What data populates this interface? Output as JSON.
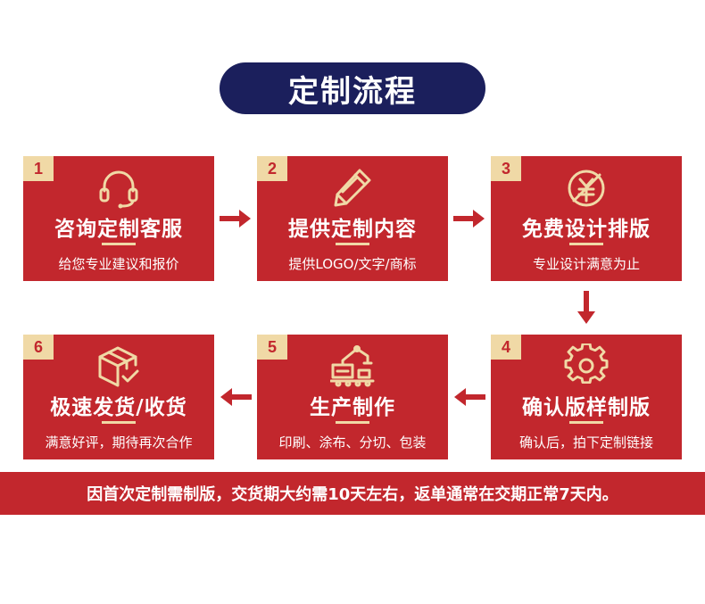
{
  "title": "定制流程",
  "steps": [
    {
      "number": "1",
      "title": "咨询定制客服",
      "subtitle": "给您专业建议和报价",
      "icon": "headset-icon"
    },
    {
      "number": "2",
      "title": "提供定制内容",
      "subtitle": "提供LOGO/文字/商标",
      "icon": "pencil-icon"
    },
    {
      "number": "3",
      "title": "免费设计排版",
      "subtitle": "专业设计满意为止",
      "icon": "no-charge-icon"
    },
    {
      "number": "4",
      "title": "确认版样制版",
      "subtitle": "确认后，拍下定制链接",
      "icon": "gear-icon"
    },
    {
      "number": "5",
      "title": "生产制作",
      "subtitle": "印刷、涂布、分切、包装",
      "icon": "machine-icon"
    },
    {
      "number": "6",
      "title": "极速发货/收货",
      "subtitle": "满意好评，期待再次合作",
      "icon": "box-icon"
    }
  ],
  "footer": "因首次定制需制版，交货期大约需10天左右，返单通常在交期正常7天内。",
  "colors": {
    "card": "#c2272d",
    "accent": "#f0d9a6",
    "title_bg": "#1b1f5c"
  }
}
